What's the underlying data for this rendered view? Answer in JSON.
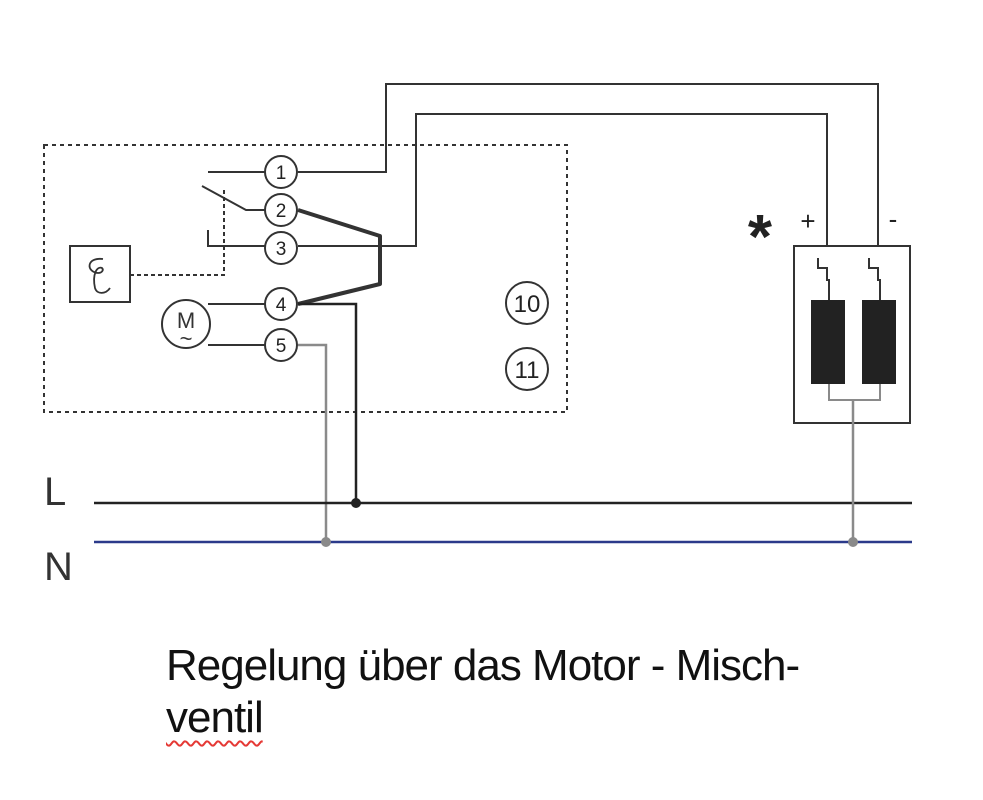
{
  "diagram": {
    "title_line_1": "Regelung über das Motor - Misch-",
    "title_line_2": "ventil",
    "terminals": [
      "1",
      "2",
      "3",
      "4",
      "5"
    ],
    "extra_terminals": [
      "10",
      "11"
    ],
    "line_labels": {
      "live": "L",
      "neutral": "N"
    },
    "motor_label": "M",
    "motor_tilde": "~",
    "valve_marker": "*",
    "valve_plus": "+",
    "valve_minus": "-",
    "colors": {
      "wire": "#222222",
      "wire_grey": "#8a8a8a",
      "neutral_line": "#2b3a8a",
      "coil": "#222222",
      "spellcheck": "#e53935"
    }
  }
}
